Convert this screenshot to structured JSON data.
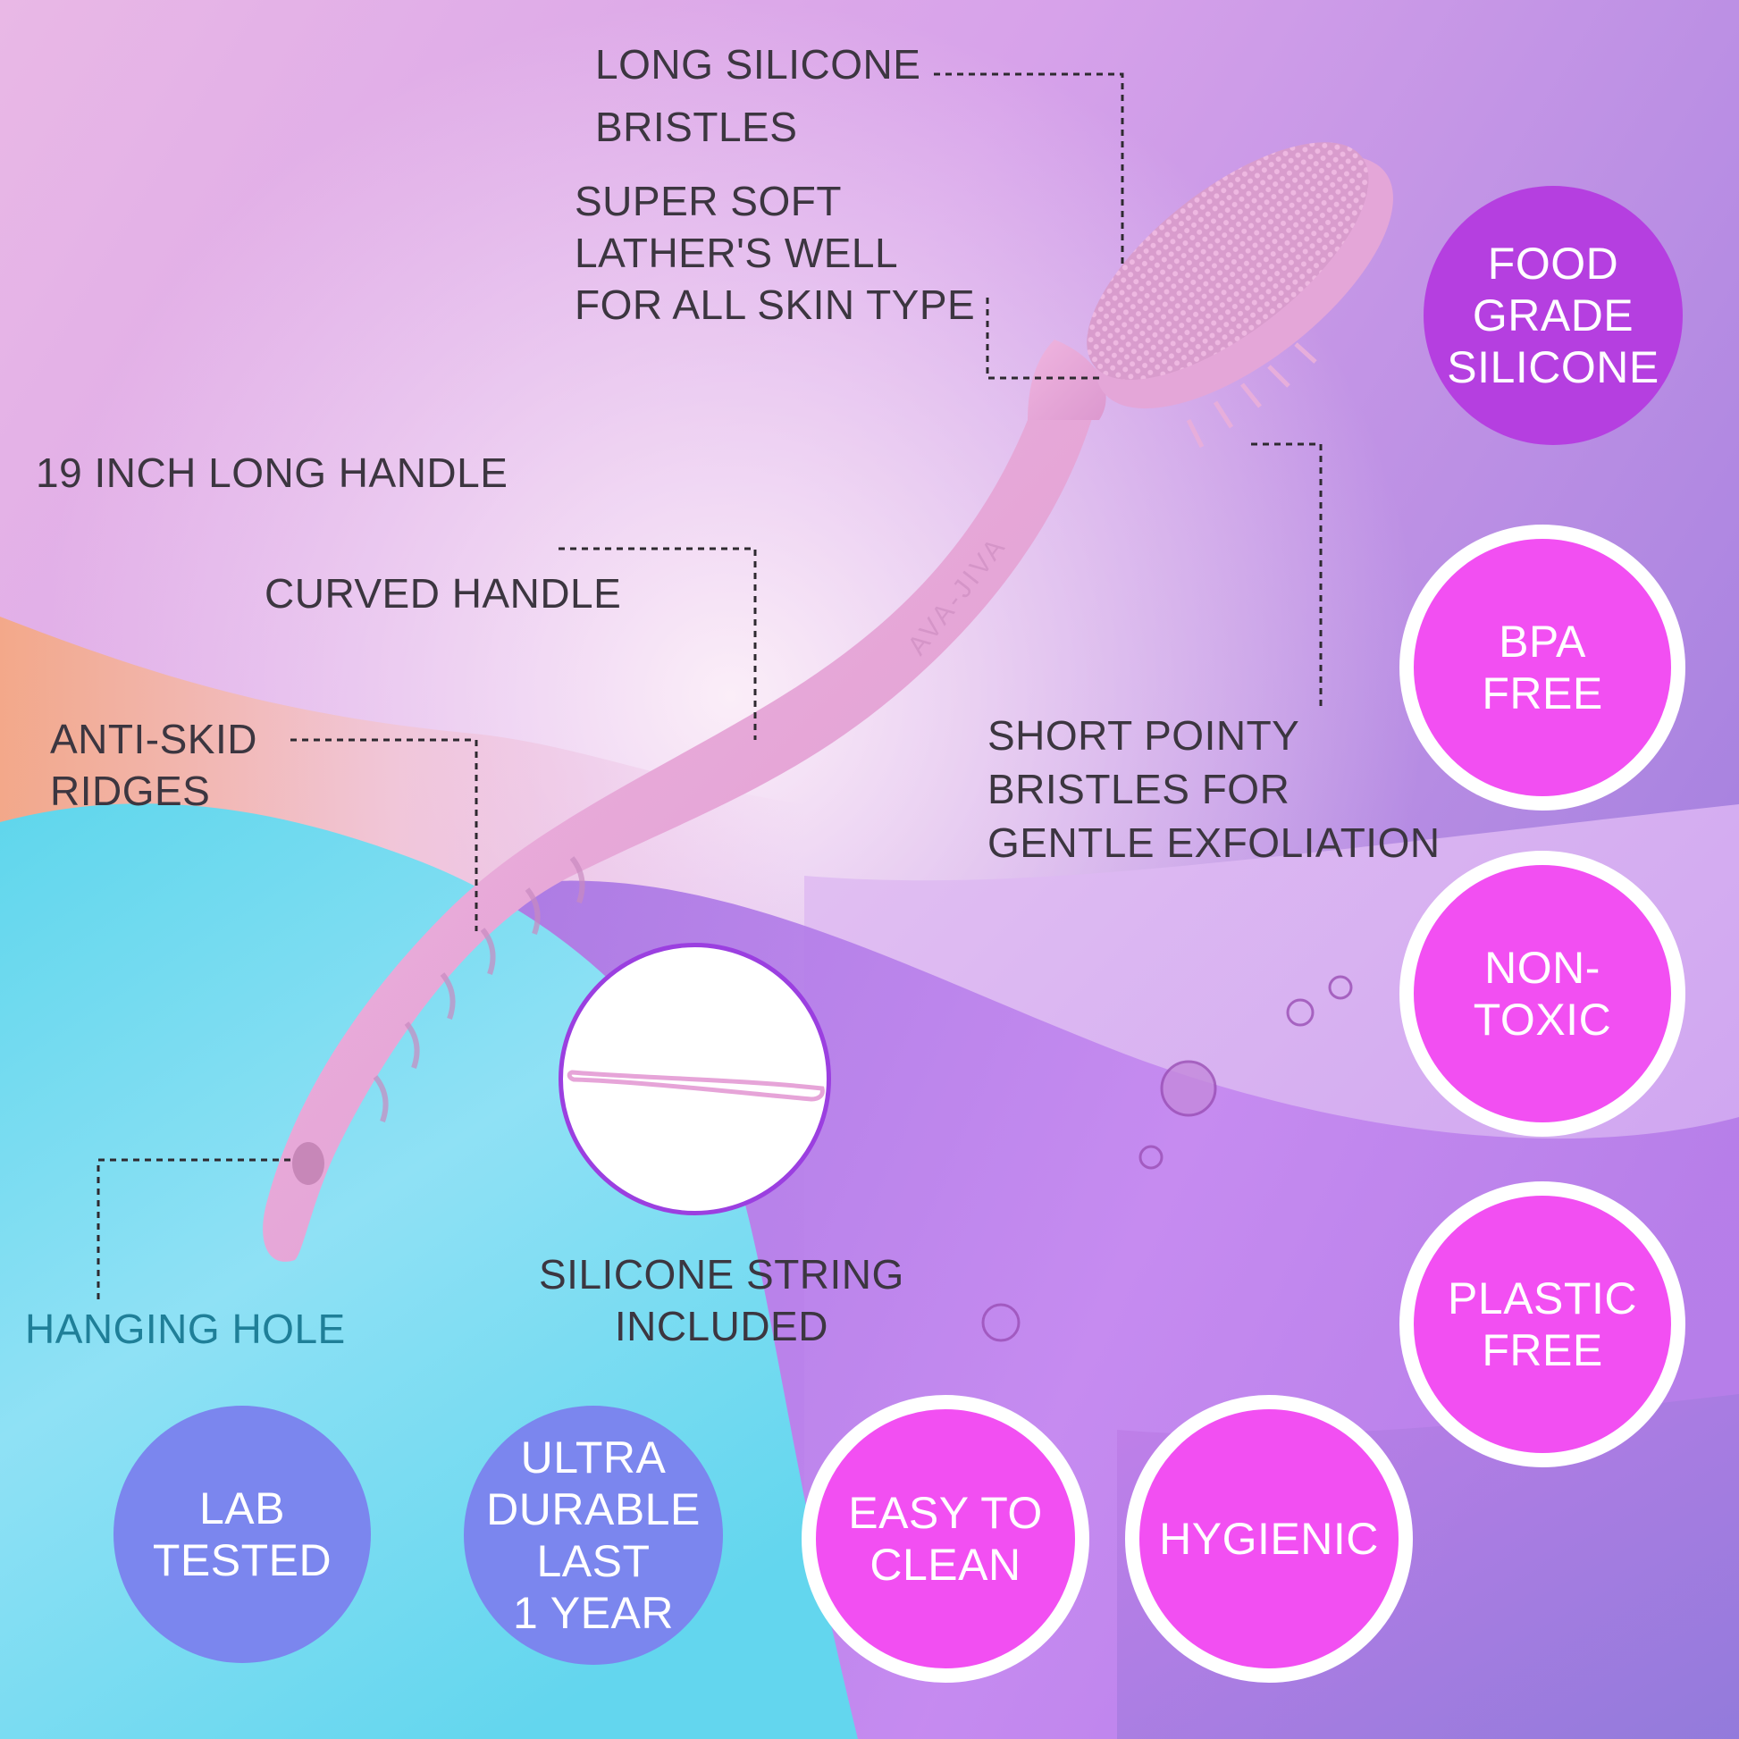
{
  "colors": {
    "text_dark": "#3c3640",
    "text_teal": "#1f7f98",
    "badge_purple": "#b53fe0",
    "badge_pink": "#f24ff2",
    "badge_blue": "#7b86ee",
    "brush_pink": "#e9a7dc"
  },
  "callouts": {
    "long_bristles": "LONG SILICONE\nBRISTLES",
    "super_soft": "SUPER SOFT\nLATHER'S WELL\nFOR ALL SKIN TYPE",
    "handle_length": "19 INCH LONG HANDLE",
    "curved_handle": "CURVED HANDLE",
    "anti_skid": "ANTI-SKID\nRIDGES",
    "short_bristles": "SHORT POINTY\nBRISTLES FOR\nGENTLE EXFOLIATION",
    "hanging_hole": "HANGING HOLE",
    "silicone_string": "SILICONE STRING\nINCLUDED"
  },
  "badges": {
    "food_grade": "FOOD\nGRADE\nSILICONE",
    "bpa_free": "BPA\nFREE",
    "non_toxic": "NON-\nTOXIC",
    "plastic_free": "PLASTIC\nFREE",
    "lab_tested": "LAB\nTESTED",
    "ultra_durable": "ULTRA\nDURABLE\nLAST\n1 YEAR",
    "easy_clean": "EASY TO\nCLEAN",
    "hygienic": "HYGIENIC"
  },
  "product": {
    "brand_mark": "AVA-JIVA"
  }
}
